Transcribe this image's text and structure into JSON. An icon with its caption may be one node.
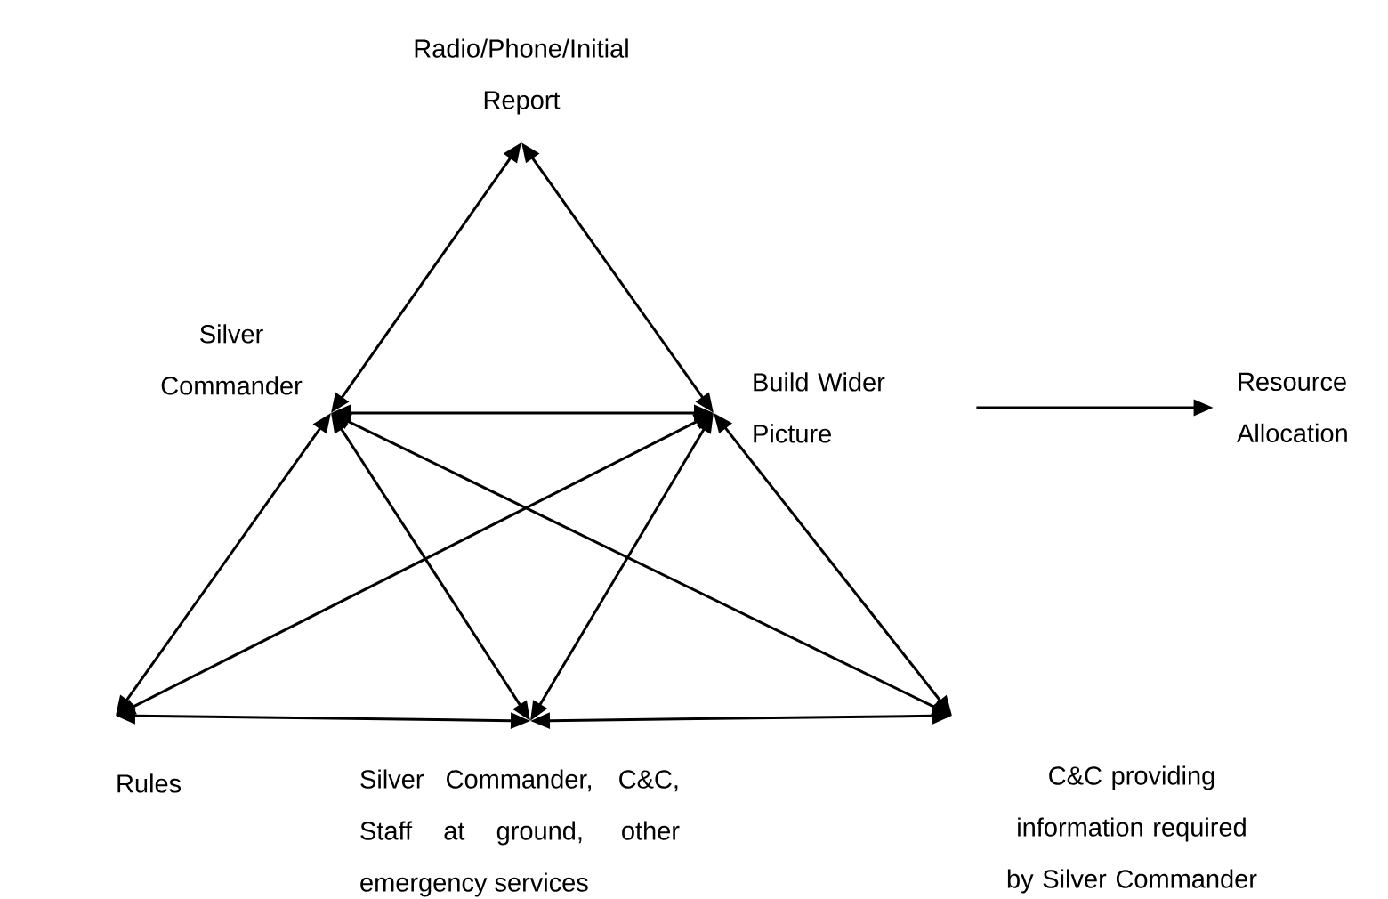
{
  "diagram": {
    "nodes": [
      {
        "text": [
          "Radio/Phone/Initial Report"
        ]
      },
      {
        "text": [
          "Silver Commander"
        ]
      },
      {
        "text": [
          "Build Wider Picture"
        ]
      },
      {
        "text": [
          "Resource Allocation"
        ]
      },
      {
        "text": [
          "Rules"
        ]
      },
      {
        "text": [
          "Silver Commander, C&C, Staff at ground, other emergency services"
        ]
      },
      {
        "text": [
          "C&C providing information required by Silver Commander"
        ]
      }
    ],
    "edges": [
      {
        "from": 1,
        "to": 0,
        "arrow": "both"
      },
      {
        "from": 2,
        "to": 0,
        "arrow": "both"
      },
      {
        "from": 1,
        "to": 2,
        "arrow": "both"
      },
      {
        "from": 1,
        "to": 4,
        "arrow": "both"
      },
      {
        "from": 2,
        "to": 6,
        "arrow": "both"
      },
      {
        "from": 4,
        "to": 5,
        "arrow": "both"
      },
      {
        "from": 5,
        "to": 6,
        "arrow": "both"
      },
      {
        "from": 1,
        "to": 5,
        "arrow": "both"
      },
      {
        "from": 2,
        "to": 5,
        "arrow": "both"
      },
      {
        "from": 4,
        "to": 2,
        "arrow": "both"
      },
      {
        "from": 1,
        "to": 6,
        "arrow": "both"
      },
      {
        "from": 2,
        "to": 3,
        "arrow": "to"
      }
    ]
  }
}
